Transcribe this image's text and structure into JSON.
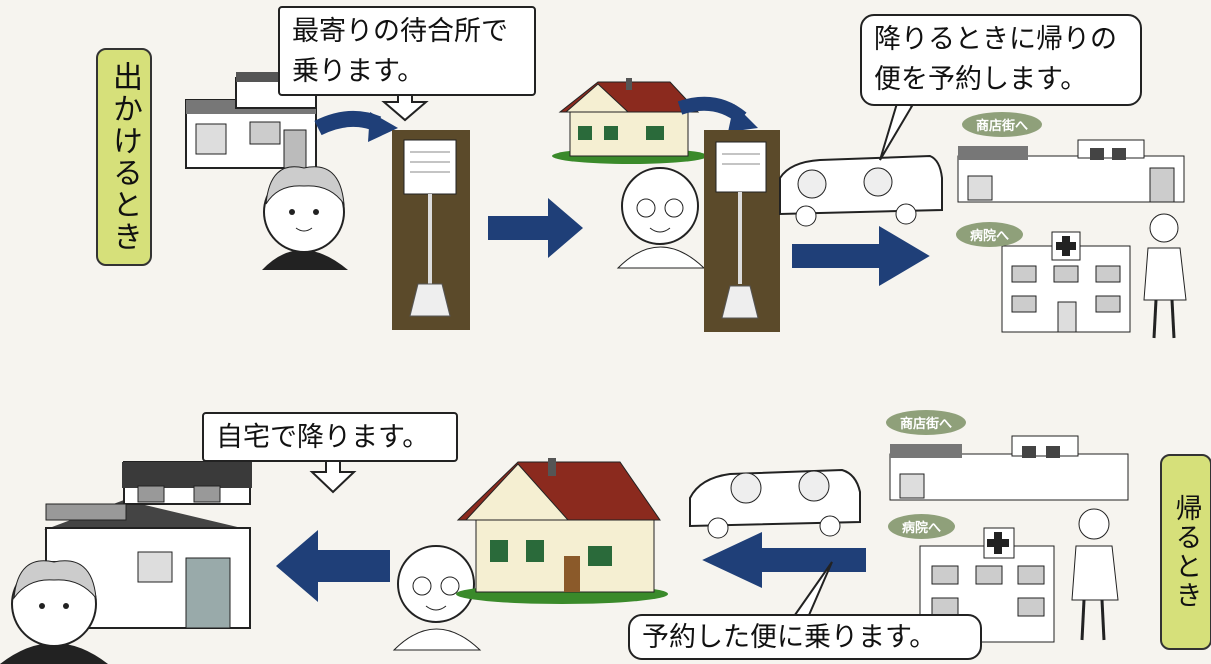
{
  "outbound": {
    "label": "出かけるとき",
    "bubble_stop": [
      "最寄りの待合所で",
      "乗ります。"
    ],
    "bubble_reserve": [
      "降りるときに帰りの",
      "便を予約します。"
    ],
    "dest_shops": "商店街へ",
    "dest_hospital": "病院へ"
  },
  "return": {
    "label": "帰るとき",
    "bubble_home": "自宅で降ります。",
    "bubble_ride": "予約した便に乗ります。",
    "dest_shops": "商店街へ",
    "dest_hospital": "病院へ"
  },
  "colors": {
    "label_bg": "#d6e07a",
    "arrow": "#1f3f78",
    "stop_post": "#5b4a2a",
    "roof": "#8b2a1e",
    "grass": "#3a8a2a"
  }
}
